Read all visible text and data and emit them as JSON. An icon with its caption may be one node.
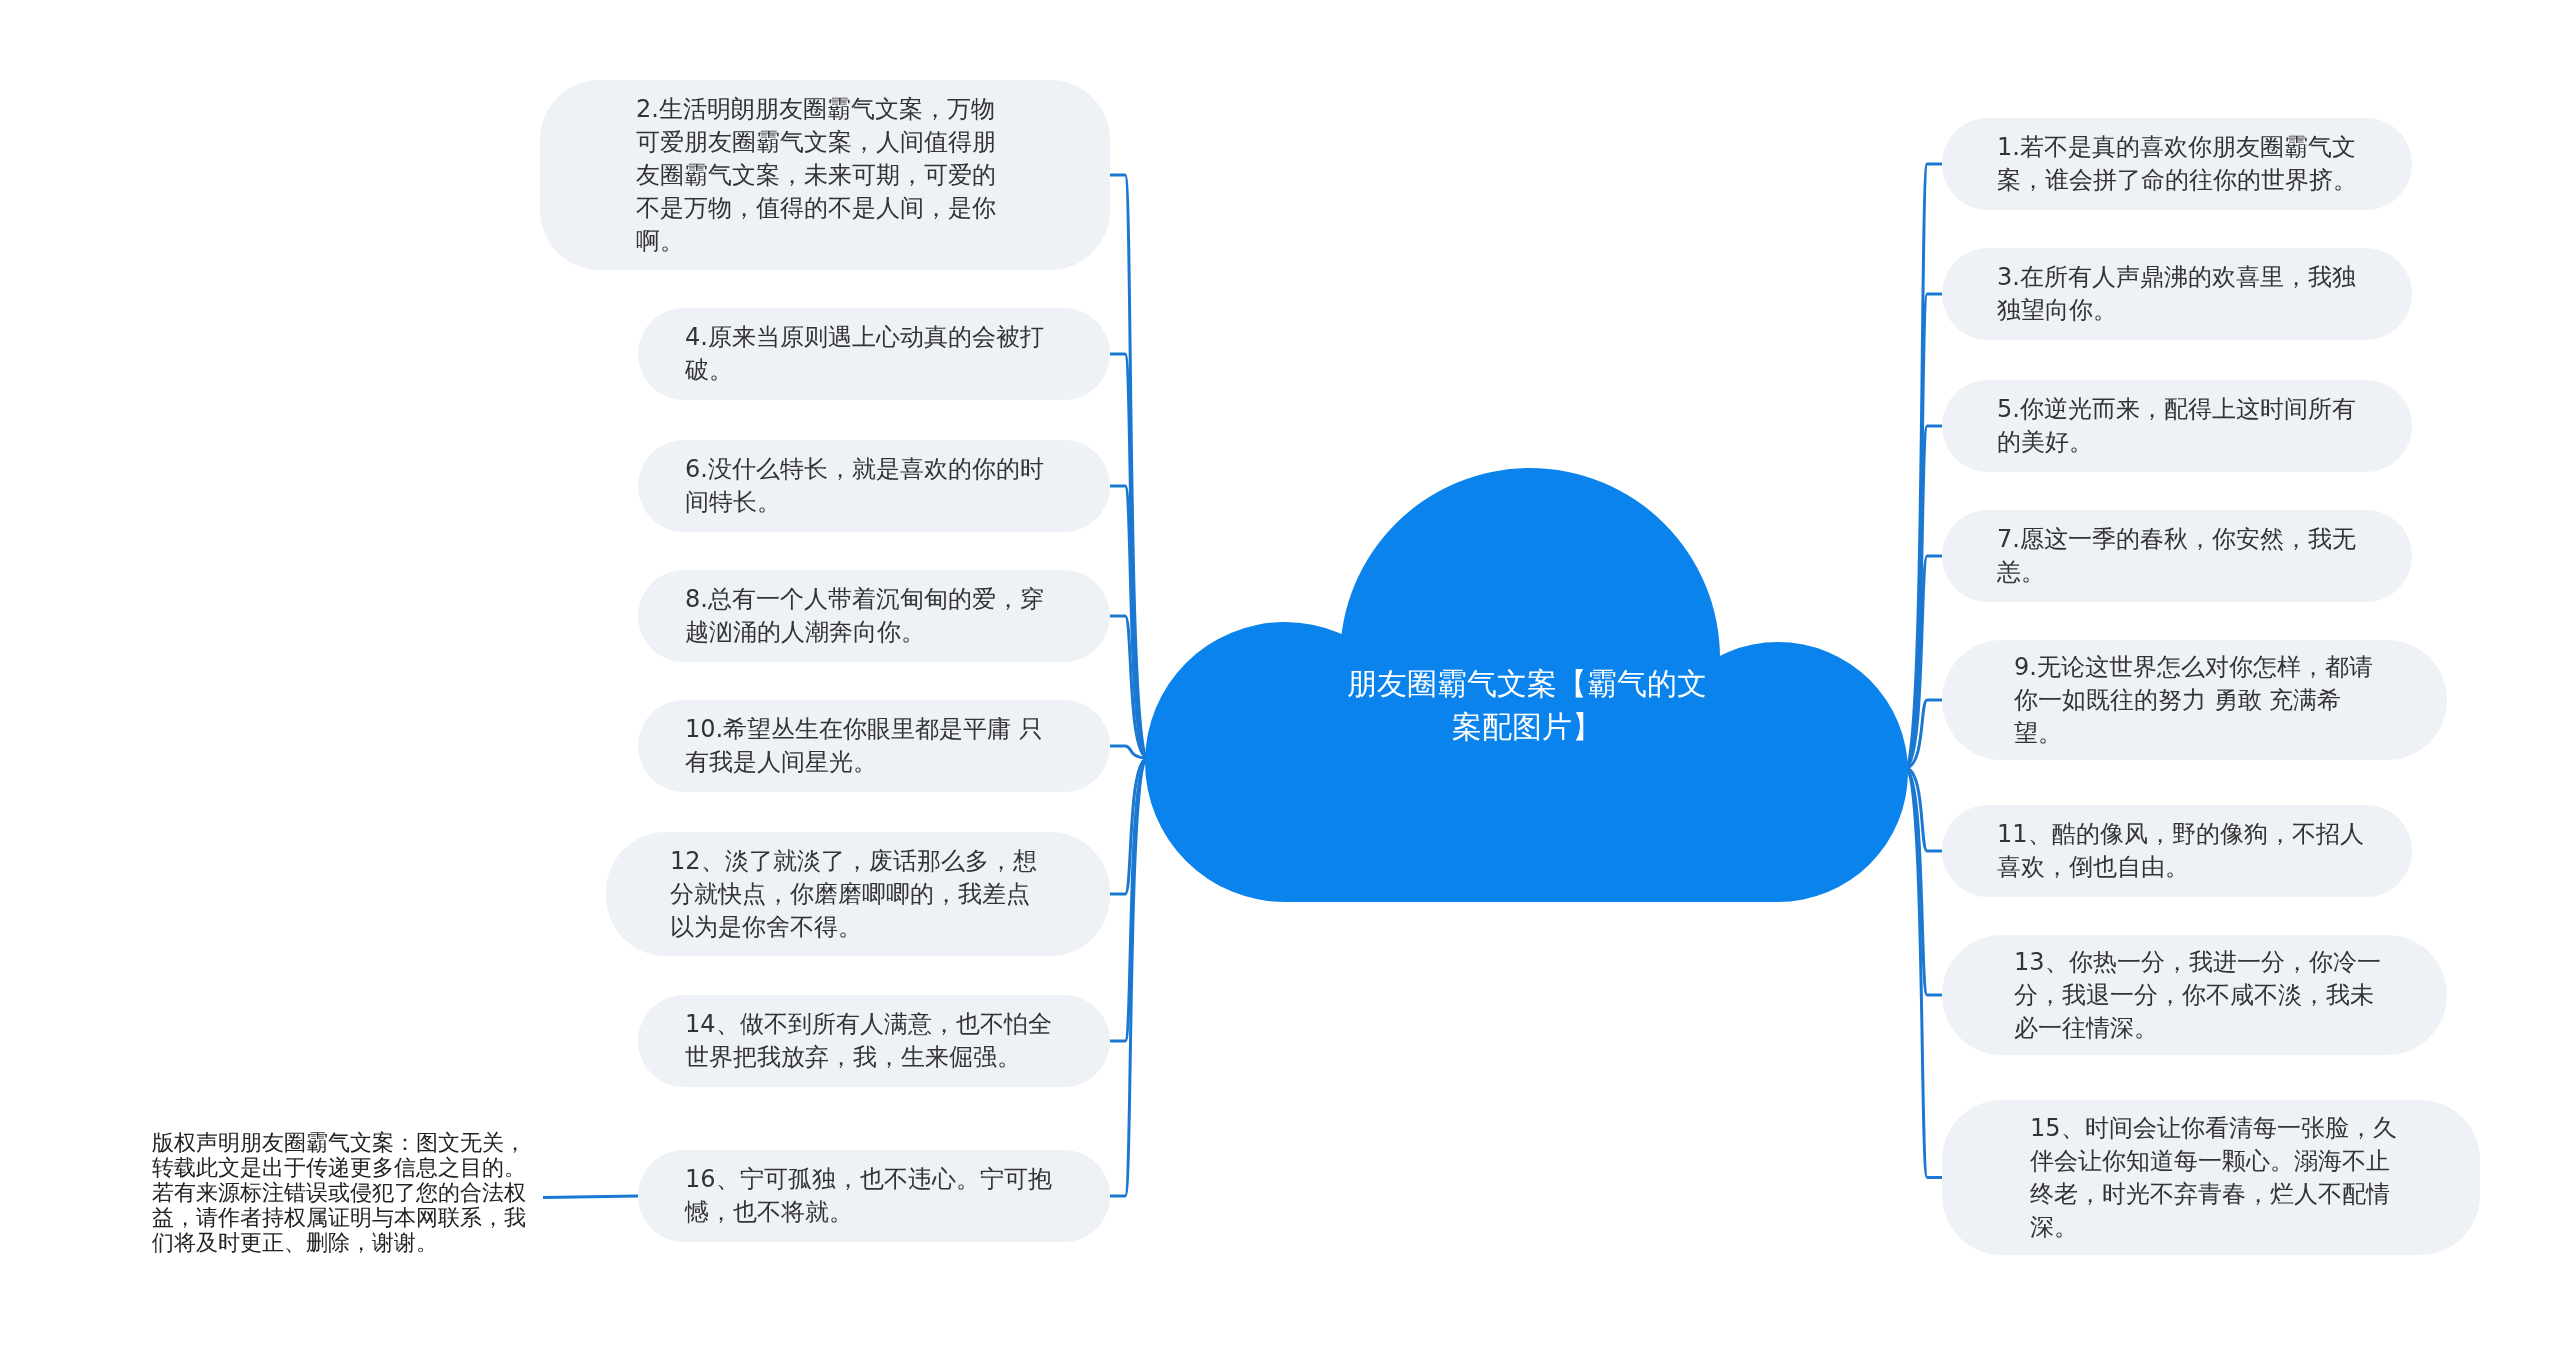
{
  "diagram": {
    "nodes": [
      {
        "text": [
          "朋友圈霸气文案【霸气的文案配图片】"
        ]
      },
      {
        "text": [
          "1.若不是真的喜欢你朋友圈霸气文案，谁会拼了命的往你的世界挤。"
        ]
      },
      {
        "text": [
          "2.生活明朗朋友圈霸气文案，万物可爱朋友圈霸气文案，人间值得朋友圈霸气文案，未来可期，可爱的不是万物，值得的不是人间，是你啊。"
        ]
      },
      {
        "text": [
          "3.在所有人声鼎沸的欢喜里，我独独望向你。"
        ]
      },
      {
        "text": [
          "4.原来当原则遇上心动真的会被打破。"
        ]
      },
      {
        "text": [
          "5.你逆光而来，配得上这时间所有的美好。"
        ]
      },
      {
        "text": [
          "6.没什么特长，就是喜欢的你的时间特长。"
        ]
      },
      {
        "text": [
          "7.愿这一季的春秋，你安然，我无恙。"
        ]
      },
      {
        "text": [
          "8.总有一个人带着沉甸甸的爱，穿越汹涌的人潮奔向你。"
        ]
      },
      {
        "text": [
          "9.无论这世界怎么对你怎样，都请你一如既往的努力 勇敢 充满希望。"
        ]
      },
      {
        "text": [
          "10.希望丛生在你眼里都是平庸 只有我是人间星光。"
        ]
      },
      {
        "text": [
          "11、酷的像风，野的像狗，不招人喜欢，倒也自由。"
        ]
      },
      {
        "text": [
          "12、淡了就淡了，废话那么多，想分就快点，你磨磨唧唧的，我差点以为是你舍不得。"
        ]
      },
      {
        "text": [
          "13、你热一分，我进一分，你冷一分，我退一分，你不咸不淡，我未必一往情深。"
        ]
      },
      {
        "text": [
          "14、做不到所有人满意，也不怕全世界把我放弃，我，生来倔强。"
        ]
      },
      {
        "text": [
          "15、时间会让你看清每一张脸，久伴会让你知道每一颗心。溺海不止终老，时光不弃青春，烂人不配情深。"
        ]
      },
      {
        "text": [
          "16、宁可孤独，也不违心。宁可抱憾，也不将就。"
        ]
      },
      {
        "text": [
          "版权声明朋友圈霸气文案：图文无关，转载此文是出于传递更多信息之目的。若有来源标注错误或侵犯了您的合法权益，请作者持权属证明与本网联系，我们将及时更正、删除，谢谢。"
        ]
      }
    ],
    "edges": [
      {
        "from": 0,
        "to": 1,
        "arrow": "none"
      },
      {
        "from": 0,
        "to": 2,
        "arrow": "none"
      },
      {
        "from": 0,
        "to": 3,
        "arrow": "none"
      },
      {
        "from": 0,
        "to": 4,
        "arrow": "none"
      },
      {
        "from": 0,
        "to": 5,
        "arrow": "none"
      },
      {
        "from": 0,
        "to": 6,
        "arrow": "none"
      },
      {
        "from": 0,
        "to": 7,
        "arrow": "none"
      },
      {
        "from": 0,
        "to": 8,
        "arrow": "none"
      },
      {
        "from": 0,
        "to": 9,
        "arrow": "none"
      },
      {
        "from": 0,
        "to": 10,
        "arrow": "none"
      },
      {
        "from": 0,
        "to": 11,
        "arrow": "none"
      },
      {
        "from": 0,
        "to": 12,
        "arrow": "none"
      },
      {
        "from": 0,
        "to": 13,
        "arrow": "none"
      },
      {
        "from": 0,
        "to": 14,
        "arrow": "none"
      },
      {
        "from": 0,
        "to": 15,
        "arrow": "none"
      },
      {
        "from": 0,
        "to": 16,
        "arrow": "none"
      },
      {
        "from": 16,
        "to": 17,
        "arrow": "none"
      }
    ]
  }
}
